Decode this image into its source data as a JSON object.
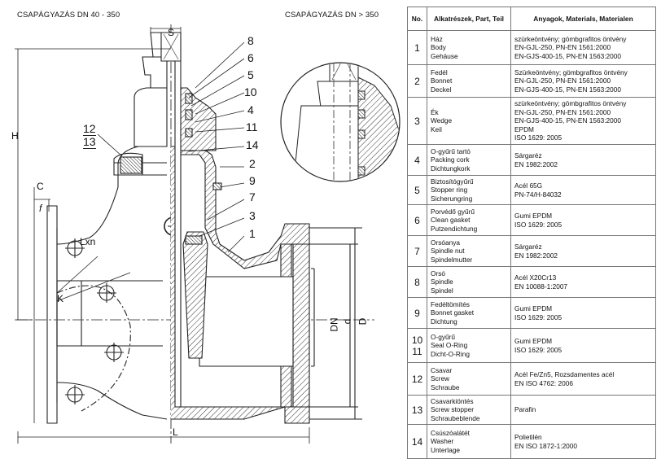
{
  "drawing": {
    "caption_small": "CSAPÁGYAZÁS DN 40 - 350",
    "caption_large": "CSAPÁGYAZÁS DN > 350",
    "callouts": [
      "8",
      "6",
      "5",
      "10",
      "4",
      "11",
      "14",
      "2",
      "9",
      "7",
      "3",
      "1",
      "12",
      "13"
    ],
    "dimension_labels": {
      "s": "S",
      "h": "H",
      "c": "C",
      "f": "f",
      "k": "K",
      "bolt": "Lxn",
      "dn": "DN",
      "d_small": "d",
      "d_large": "D",
      "length": "L"
    }
  },
  "table": {
    "headers": {
      "no": "No.",
      "part": "Alkatrészek, Part, Teil",
      "material": "Anyagok, Materials, Materialen"
    },
    "rows": [
      {
        "no": "1",
        "names": [
          "Ház",
          "Body",
          "Gehäuse"
        ],
        "materials": [
          "szürkeöntvény; gömbgrafitos öntvény",
          "EN-GJL-250, PN-EN 1561:2000",
          "EN-GJS-400-15, PN-EN 1563:2000"
        ]
      },
      {
        "no": "2",
        "names": [
          "Fedél",
          "Bonnet",
          "Deckel"
        ],
        "materials": [
          "Szürkeöntvény; gömbgrafitos öntvény",
          "EN-GJL-250, PN-EN 1561:2000",
          "EN-GJS-400-15, PN-EN 1563:2000"
        ]
      },
      {
        "no": "3",
        "names": [
          "Ék",
          "Wedge",
          "Keil"
        ],
        "materials": [
          "szürkeöntvény; gömbgrafitos öntvény",
          "EN-GJL-250, PN-EN 1561:2000",
          "EN-GJS-400-15, PN-EN 1563:2000",
          "EPDM",
          "ISO 1629: 2005"
        ]
      },
      {
        "no": "4",
        "names": [
          "O-gyűrű tartó",
          "Packing cork",
          "Dichtungkork"
        ],
        "materials": [
          "Sárgaréz",
          "EN 1982:2002"
        ]
      },
      {
        "no": "5",
        "names": [
          "Biztosítógyűrű",
          "Stopper ring",
          "Sicherungring"
        ],
        "materials": [
          "Acél 65G",
          "PN-74/H-84032"
        ]
      },
      {
        "no": "6",
        "names": [
          "Porvédő gyűrű",
          "Clean gasket",
          "Putzendichtung"
        ],
        "materials": [
          "Gumi EPDM",
          "ISO 1629: 2005"
        ]
      },
      {
        "no": "7",
        "names": [
          "Orsóanya",
          "Spindle nut",
          "Spindelmutter"
        ],
        "materials": [
          "Sárgaréz",
          "EN 1982:2002"
        ]
      },
      {
        "no": "8",
        "names": [
          "Orsó",
          "Spindle",
          "Spindel"
        ],
        "materials": [
          "Acél X20Cr13",
          "EN 10088-1:2007"
        ]
      },
      {
        "no": "9",
        "names": [
          "Fedéltömítés",
          "Bonnet gasket",
          "Dichtung"
        ],
        "materials": [
          "Gumi EPDM",
          "ISO 1629: 2005"
        ]
      },
      {
        "no": "10\n11",
        "names": [
          "O-gyűrű",
          "Seal O-Ring",
          "Dicht-O-Ring"
        ],
        "materials": [
          "Gumi EPDM",
          "ISO 1629: 2005"
        ]
      },
      {
        "no": "12",
        "names": [
          "Csavar",
          "Screw",
          "Schraube"
        ],
        "materials": [
          "Acél Fe/Zn5, Rozsdamentes acél",
          "EN ISO 4762: 2006"
        ]
      },
      {
        "no": "13",
        "names": [
          "Csavarkiöntés",
          "Screw stopper",
          "Schraubeblende"
        ],
        "materials": [
          "Parafin"
        ]
      },
      {
        "no": "14",
        "names": [
          "Csúszóalátét",
          "Washer",
          "Unterlage"
        ],
        "materials": [
          "Polietilén",
          "EN ISO 1872-1:2000"
        ]
      }
    ]
  }
}
